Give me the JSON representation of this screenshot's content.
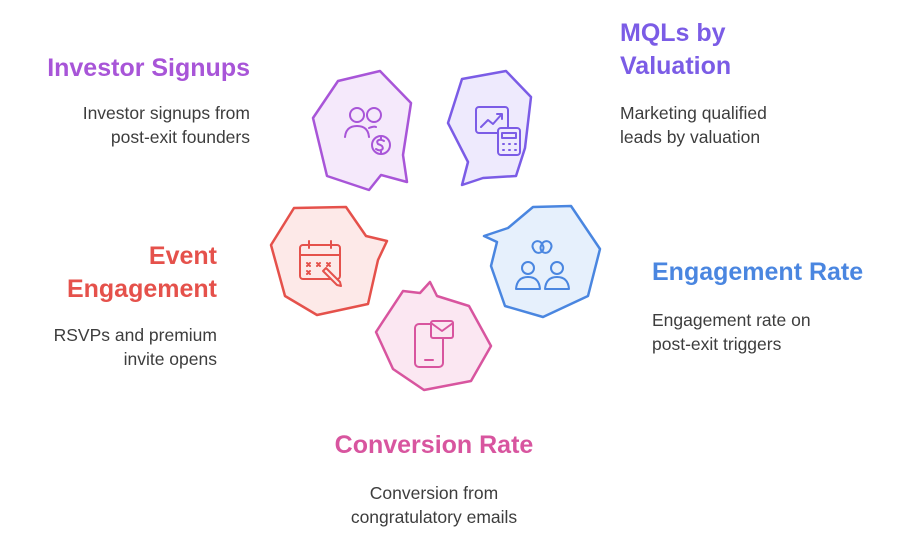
{
  "items": [
    {
      "id": "investor-signups",
      "title": "Investor Signups",
      "desc_line1": "Investor signups from",
      "desc_line2": "post-exit founders",
      "color": "#a855d8",
      "fill": "#f5e9fb",
      "icon": "people-dollar-icon"
    },
    {
      "id": "mqls-by-valuation",
      "title_line1": "MQLs by",
      "title_line2": "Valuation",
      "desc_line1": "Marketing qualified",
      "desc_line2": "leads by valuation",
      "color": "#7b5ce6",
      "fill": "#eeeafd",
      "icon": "chart-calculator-icon"
    },
    {
      "id": "engagement-rate",
      "title": "Engagement Rate",
      "desc_line1": "Engagement rate on",
      "desc_line2": "post-exit triggers",
      "color": "#4a86e0",
      "fill": "#e6f0fc",
      "icon": "linked-people-icon"
    },
    {
      "id": "conversion-rate",
      "title": "Conversion Rate",
      "desc_line1": "Conversion from",
      "desc_line2": "congratulatory emails",
      "color": "#d8559f",
      "fill": "#fbe7f2",
      "icon": "phone-mail-icon"
    },
    {
      "id": "event-engagement",
      "title_line1": "Event",
      "title_line2": "Engagement",
      "desc_line1": "RSVPs and premium",
      "desc_line2": "invite opens",
      "color": "#e5514b",
      "fill": "#fde9e8",
      "icon": "calendar-pen-icon"
    }
  ]
}
